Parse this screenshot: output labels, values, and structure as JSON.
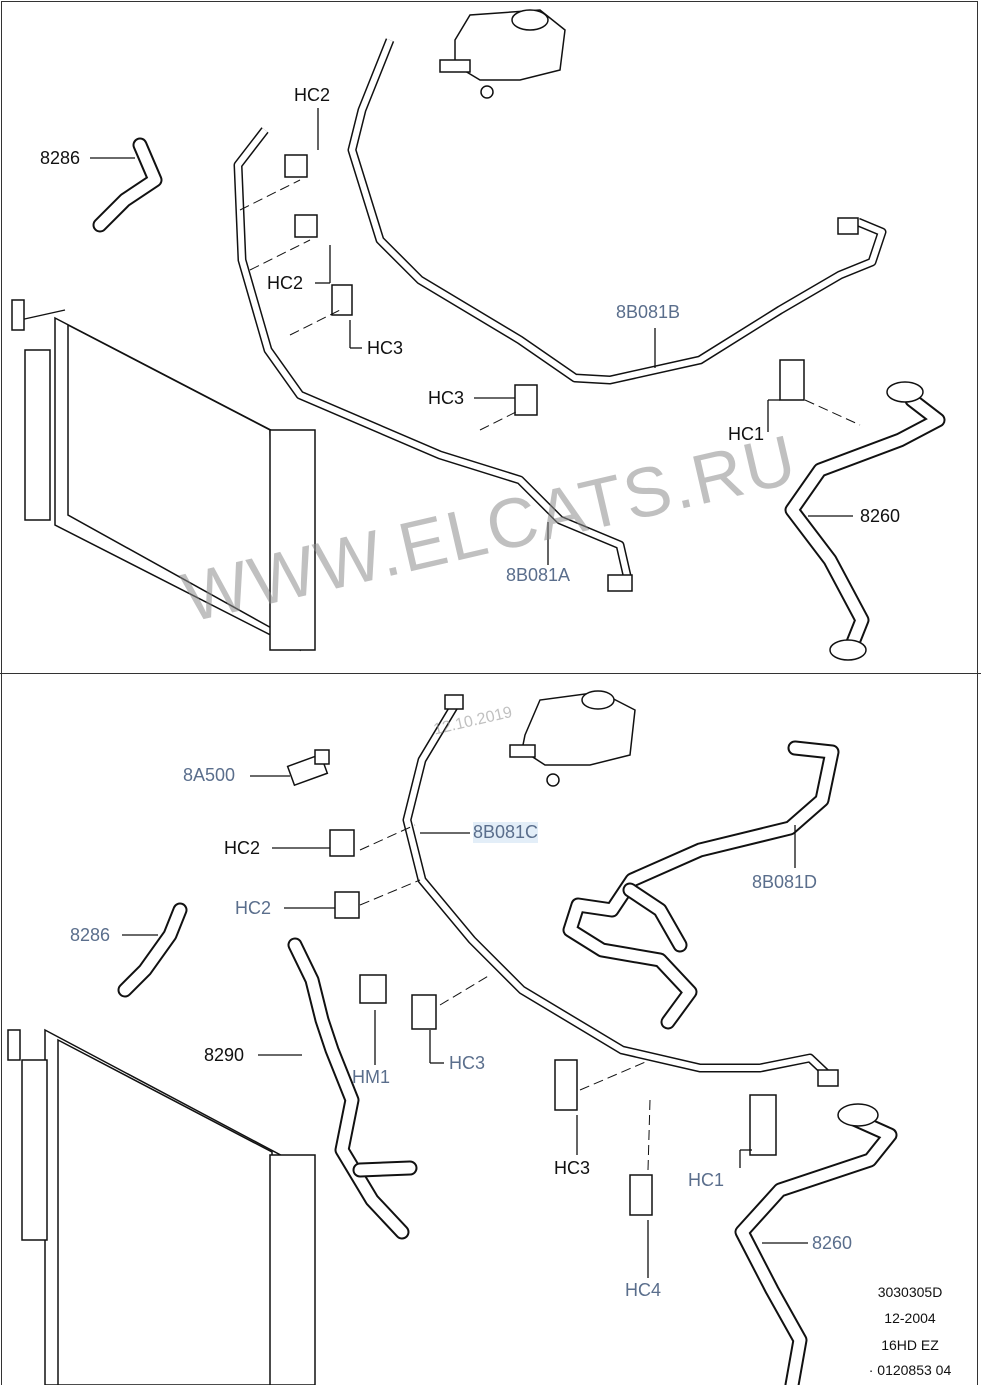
{
  "top_panel": {
    "labels": {
      "hc2_a": "HC2",
      "hc2_b": "HC2",
      "hc3_a": "HC3",
      "hc3_b": "HC3",
      "hc1": "HC1",
      "p8286": "8286",
      "p8b081b": "8B081B",
      "p8b081a": "8B081A",
      "p8260": "8260"
    }
  },
  "bottom_panel": {
    "labels": {
      "p8a500": "8A500",
      "hc2_a": "HC2",
      "hc2_b": "HC2",
      "p8b081c": "8B081C",
      "p8b081d": "8B081D",
      "p8286": "8286",
      "p8290": "8290",
      "hm1": "HM1",
      "hc3_a": "HC3",
      "hc3_b": "HC3",
      "hc1": "HC1",
      "hc4": "HC4",
      "p8260": "8260"
    }
  },
  "footer": {
    "code": "3030305D",
    "date": "12-2004",
    "engine": "16HD EZ",
    "ref": "· 0120853 04"
  },
  "watermark": {
    "text": "WWW.ELCATS.RU",
    "date": "12.10.2019"
  }
}
